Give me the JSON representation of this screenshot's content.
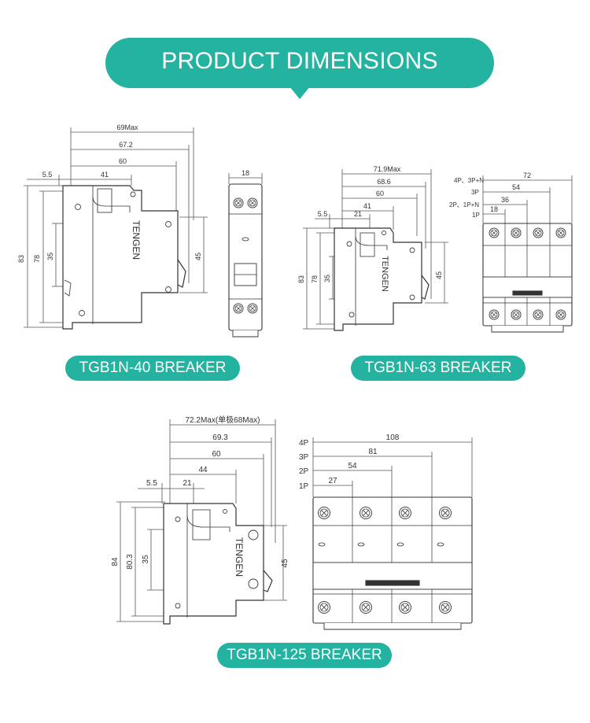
{
  "header": {
    "title": "PRODUCT DIMENSIONS"
  },
  "breakers": {
    "b40": {
      "label": "TGB1N-40 BREAKER",
      "brand": "TENGEN",
      "dims": {
        "max": "69Max",
        "d672": "67.2",
        "d60": "60",
        "d55": "5.5",
        "d41": "41",
        "h83": "83",
        "h78": "78",
        "h35": "35",
        "h45": "45",
        "w18": "18"
      }
    },
    "b63": {
      "label": "TGB1N-63 BREAKER",
      "brand": "TENGEN",
      "dims": {
        "max": "71.9Max",
        "d686": "68.6",
        "d60": "60",
        "d41": "41",
        "d21": "21",
        "d55": "5.5",
        "h83": "83",
        "h78": "78",
        "h35": "35",
        "h45": "45"
      },
      "poles": [
        {
          "label": "4P、3P+N",
          "value": "72"
        },
        {
          "label": "3P",
          "value": "54"
        },
        {
          "label": "2P、1P+N",
          "value": "36"
        },
        {
          "label": "1P",
          "value": "18"
        }
      ]
    },
    "b125": {
      "label": "TGB1N-125 BREAKER",
      "brand": "TENGEN",
      "dims": {
        "max": "72.2Max(单极68Max)",
        "d693": "69.3",
        "d60": "60",
        "d44": "44",
        "d21": "21",
        "d55": "5.5",
        "h84": "84",
        "h803": "80.3",
        "h35": "35",
        "h45": "45"
      },
      "poles": [
        {
          "label": "4P",
          "value": "108"
        },
        {
          "label": "3P",
          "value": "81"
        },
        {
          "label": "2P",
          "value": "54"
        },
        {
          "label": "1P",
          "value": "27"
        }
      ]
    }
  }
}
